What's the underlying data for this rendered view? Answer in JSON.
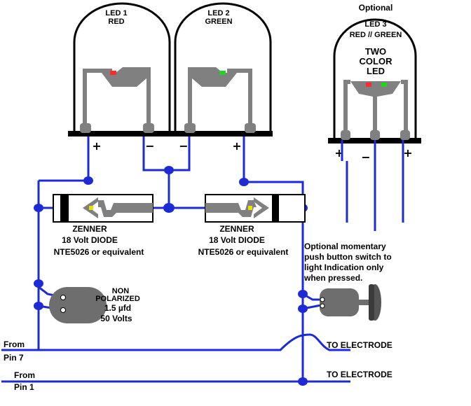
{
  "colors": {
    "wire": "#1c2bd6",
    "led_body": "#808080",
    "red_chip": "#ff2a2a",
    "green_chip": "#22d422",
    "diode_marker": "#e8e000",
    "capacitor": "#6e6e6e"
  },
  "led1": {
    "title": "LED 1",
    "color": "RED",
    "plus": "+",
    "minus": "−"
  },
  "led2": {
    "title": "LED 2",
    "color": "GREEN",
    "minus": "−",
    "plus": "+"
  },
  "led3": {
    "optional": "Optional",
    "title": "LED 3",
    "color": "RED // GREEN",
    "desc": [
      "TWO",
      "COLOR",
      "LED"
    ],
    "plus": "+",
    "minus": "−",
    "plus2": "+"
  },
  "diode_left": {
    "line1": "ZENNER",
    "line2": "18 Volt  DIODE",
    "line3": "NTE5026  or equivalent"
  },
  "diode_right": {
    "line1": "ZENNER",
    "line2": "18 Volt  DIODE",
    "line3": "NTE5026  or equivalent"
  },
  "capacitor": {
    "line1": "NON",
    "line2": "POLARIZED",
    "line3": "1.5 µfd",
    "line4": "50 Volts"
  },
  "switch_note": [
    "Optional momentary",
    "push button switch to",
    "light Indication only",
    "when pressed."
  ],
  "inputs": [
    {
      "from": "From",
      "pin": "Pin 7",
      "to": "TO ELECTRODE"
    },
    {
      "from": "From",
      "pin": "Pin 1",
      "to": "TO ELECTRODE"
    }
  ]
}
